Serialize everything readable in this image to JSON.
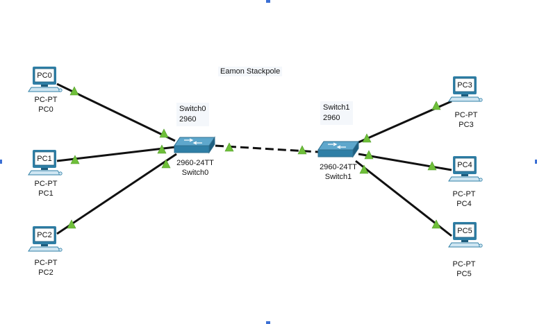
{
  "annotation": "Eamon Stackpole",
  "colors": {
    "link": "#111111",
    "link_up": "#6fbf3a",
    "device": "#2f7fa6",
    "device_light": "#cfe6f2",
    "selection_handle": "#3b6fd4"
  },
  "devices": {
    "pc0": {
      "name": "PC0",
      "model": "PC-PT",
      "screen": "PC0",
      "icon": "pc-icon"
    },
    "pc1": {
      "name": "PC1",
      "model": "PC-PT",
      "screen": "PC1",
      "icon": "pc-icon"
    },
    "pc2": {
      "name": "PC2",
      "model": "PC-PT",
      "screen": "PC2",
      "icon": "pc-icon"
    },
    "pc3": {
      "name": "PC3",
      "model": "PC-PT",
      "screen": "PC3",
      "icon": "pc-icon"
    },
    "pc4": {
      "name": "PC4",
      "model": "PC-PT",
      "screen": "PC4",
      "icon": "pc-icon"
    },
    "pc5": {
      "name": "PC5",
      "model": "PC-PT",
      "screen": "PC5",
      "icon": "pc-icon"
    },
    "switch0": {
      "name": "Switch0",
      "model": "2960-24TT",
      "note_line1": "Switch0",
      "note_line2": "2960",
      "icon": "switch-icon"
    },
    "switch1": {
      "name": "Switch1",
      "model": "2960-24TT",
      "note_line1": "Switch1",
      "note_line2": "2960",
      "icon": "switch-icon"
    }
  },
  "links": [
    {
      "from": "pc0",
      "to": "switch0",
      "type": "copper-straight"
    },
    {
      "from": "pc1",
      "to": "switch0",
      "type": "copper-straight"
    },
    {
      "from": "pc2",
      "to": "switch0",
      "type": "copper-straight"
    },
    {
      "from": "switch0",
      "to": "switch1",
      "type": "copper-cross"
    },
    {
      "from": "switch1",
      "to": "pc3",
      "type": "copper-straight"
    },
    {
      "from": "switch1",
      "to": "pc4",
      "type": "copper-straight"
    },
    {
      "from": "switch1",
      "to": "pc5",
      "type": "copper-straight"
    }
  ]
}
